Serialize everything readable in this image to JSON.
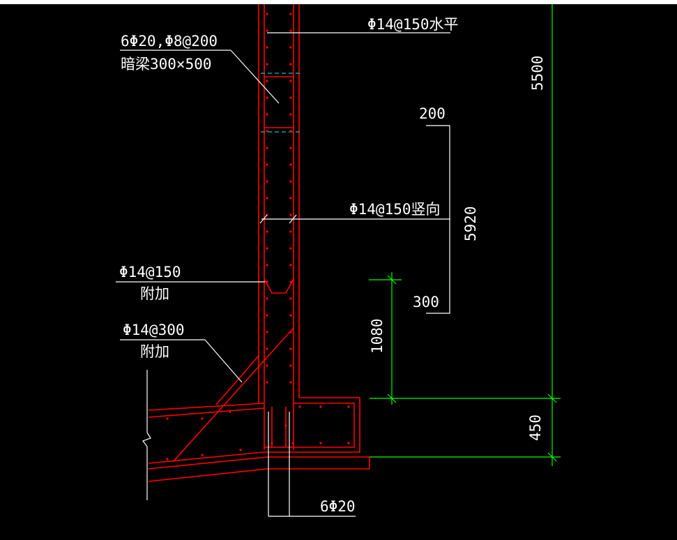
{
  "drawing": {
    "colors": {
      "background": "#000000",
      "concrete_outline": "#ff0000",
      "rebar_dots": "#ff0000",
      "leader_lines": "#ffffff",
      "dimension_lines": "#00ff00",
      "section_cut": "#00c8c8",
      "top_bar": "#ffffff"
    },
    "labels": {
      "horizontal_bars": "Φ14@150水平",
      "hidden_beam_bars": "6Φ20,Φ8@200",
      "hidden_beam_size": "暗梁300×500",
      "vertical_bars": "Φ14@150竖向",
      "added_bars_1": "Φ14@150",
      "added_1_note": "附加",
      "added_bars_2": "Φ14@300",
      "added_2_note": "附加",
      "bottom_bars": "6Φ20"
    },
    "dimensions": {
      "height_total": "5500",
      "bar_length": "5920",
      "hook_top": "200",
      "hook_bottom": "300",
      "lower_height": "1080",
      "slab_thickness": "450"
    }
  }
}
